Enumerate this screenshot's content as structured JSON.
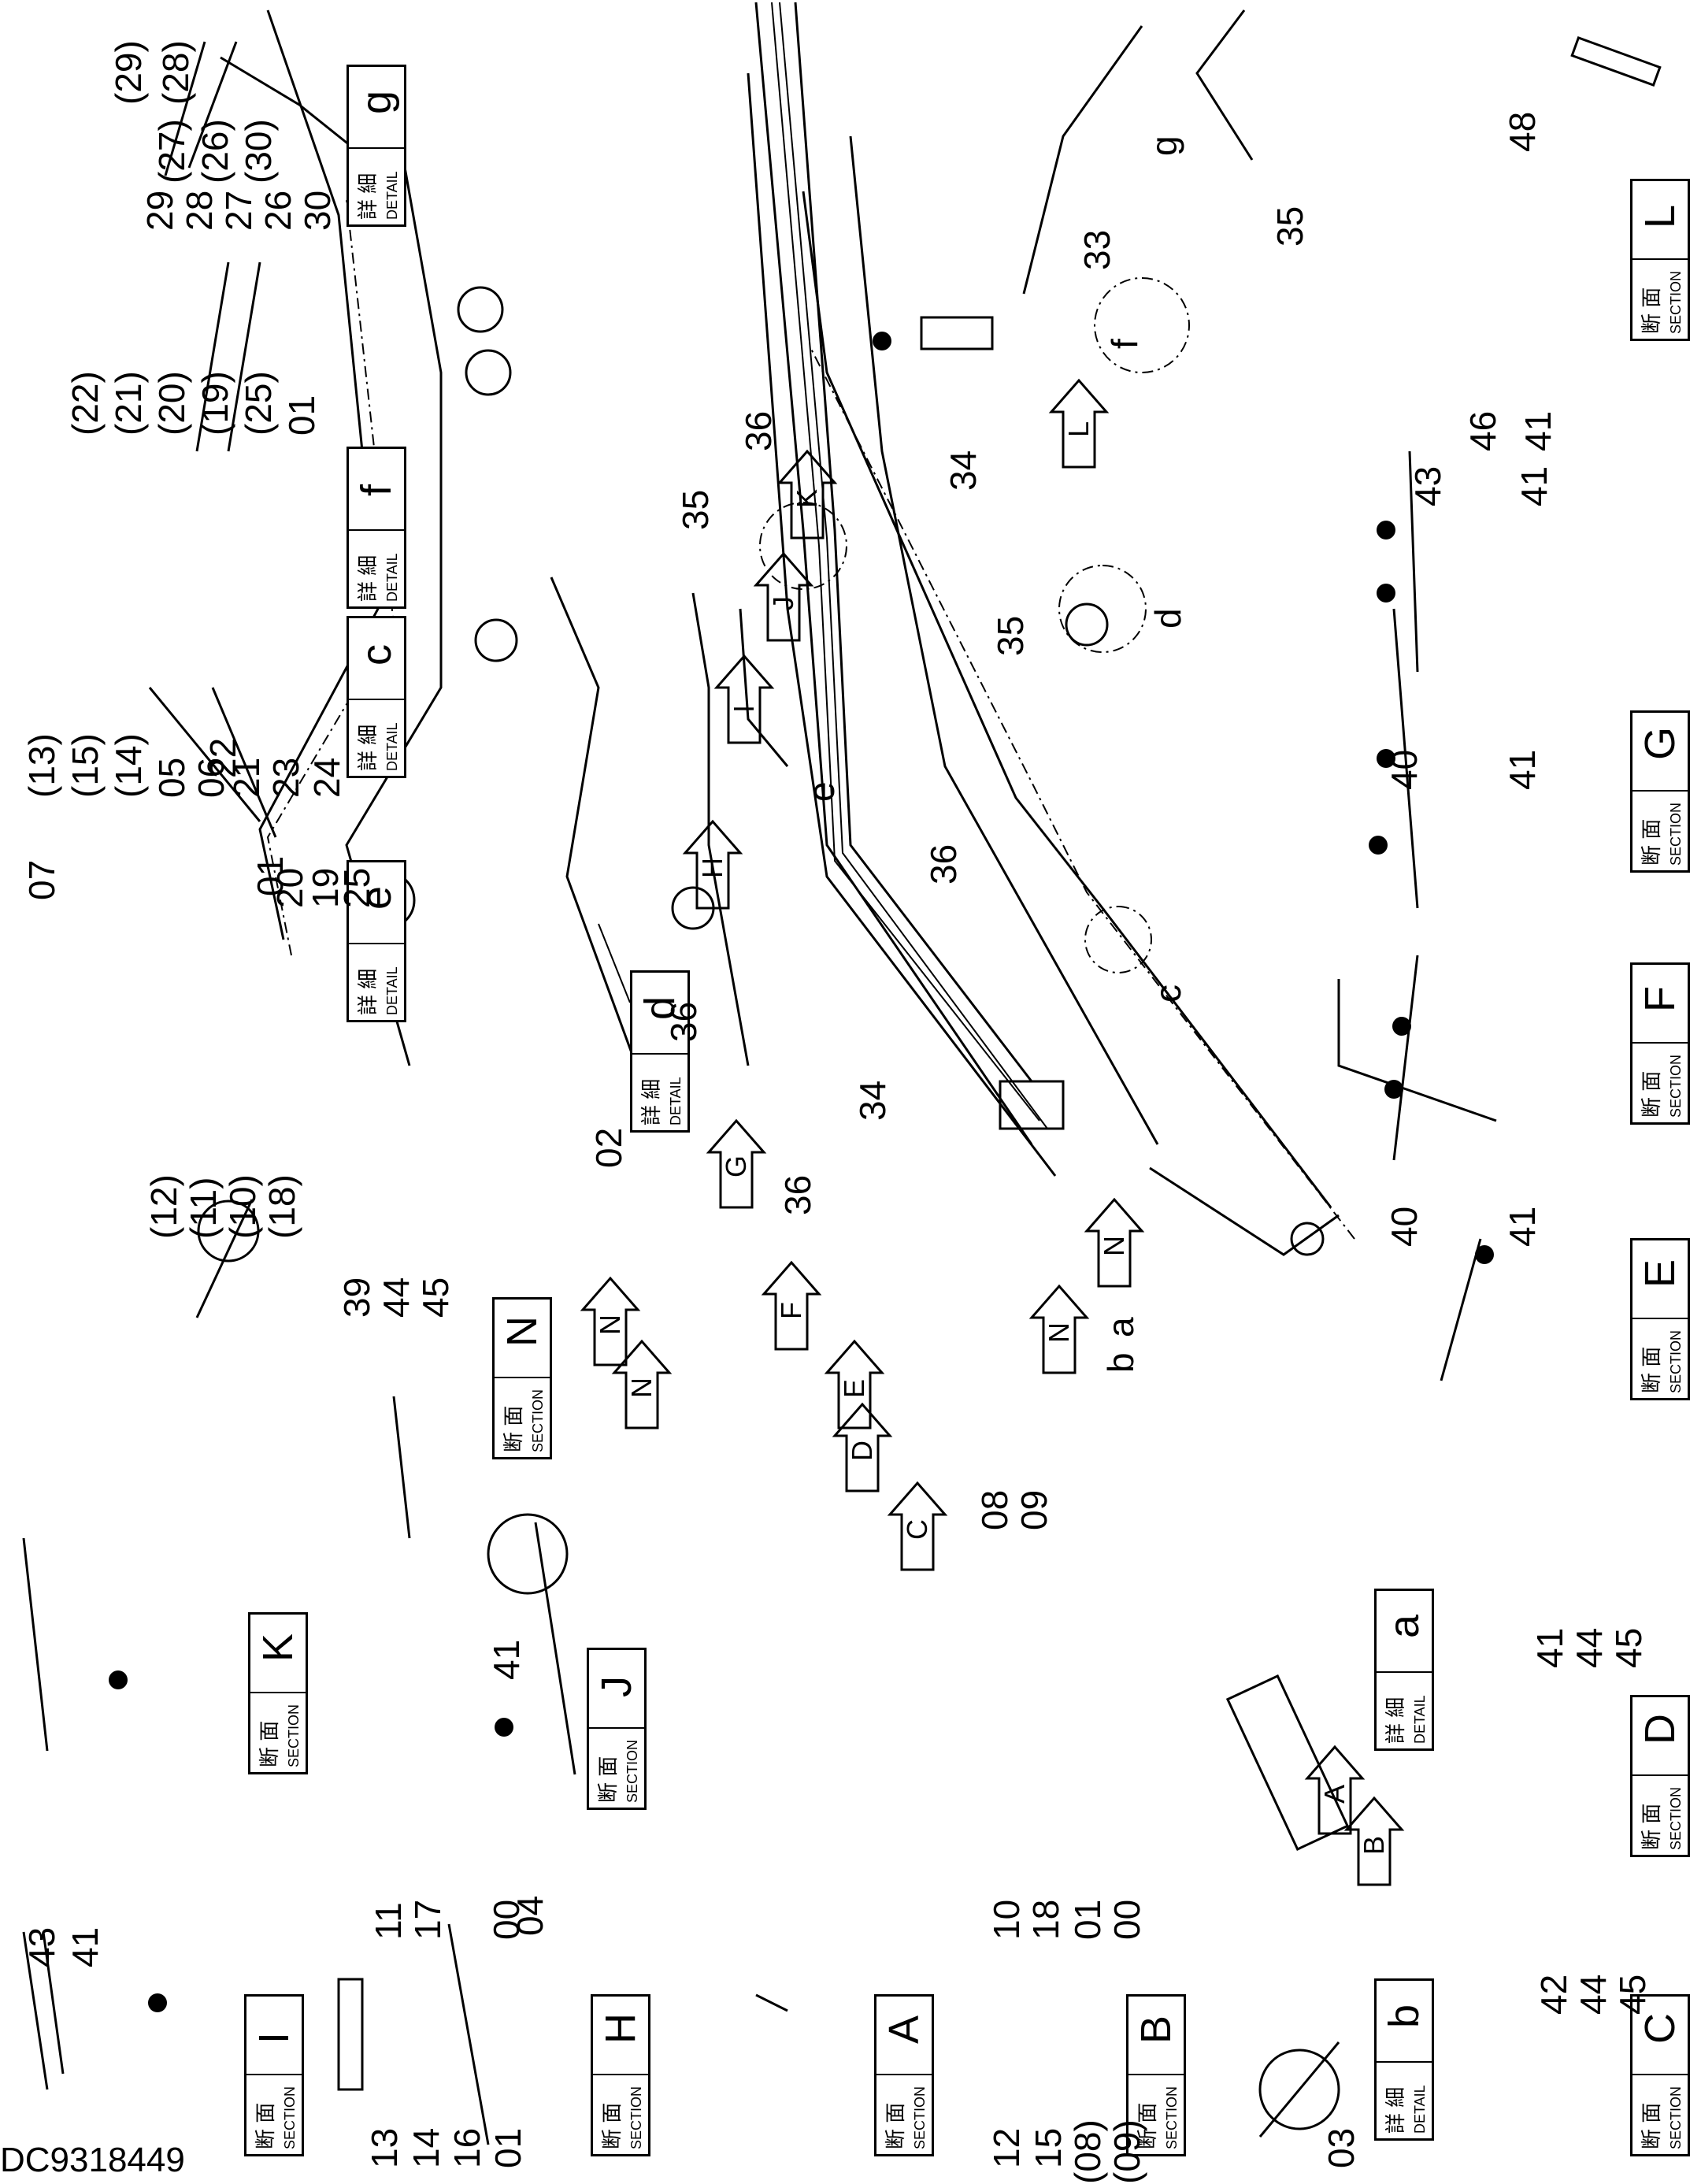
{
  "drawing_number": "DC9318449",
  "box_text": {
    "detail_jp": "詳 細",
    "detail_en": "DETAIL",
    "section_jp": "断 面",
    "section_en": "SECTION"
  },
  "detail_boxes": [
    {
      "id": "a",
      "letter": "a"
    },
    {
      "id": "b",
      "letter": "b"
    },
    {
      "id": "c",
      "letter": "c"
    },
    {
      "id": "d",
      "letter": "d"
    },
    {
      "id": "e",
      "letter": "e"
    },
    {
      "id": "f",
      "letter": "f"
    },
    {
      "id": "g",
      "letter": "g"
    }
  ],
  "section_boxes": [
    {
      "id": "A",
      "letter": "A"
    },
    {
      "id": "B",
      "letter": "B"
    },
    {
      "id": "C",
      "letter": "C"
    },
    {
      "id": "D",
      "letter": "D"
    },
    {
      "id": "E",
      "letter": "E"
    },
    {
      "id": "F",
      "letter": "F"
    },
    {
      "id": "G",
      "letter": "G"
    },
    {
      "id": "H",
      "letter": "H"
    },
    {
      "id": "I",
      "letter": "I"
    },
    {
      "id": "J",
      "letter": "J"
    },
    {
      "id": "K",
      "letter": "K"
    },
    {
      "id": "L",
      "letter": "L"
    },
    {
      "id": "N",
      "letter": "N"
    }
  ],
  "view_arrows": [
    "A",
    "B",
    "C",
    "D",
    "E",
    "F",
    "G",
    "H",
    "I",
    "J",
    "K",
    "L",
    "N",
    "N",
    "N",
    "N"
  ],
  "circle_markers": [
    "a",
    "b",
    "c",
    "d",
    "e",
    "f",
    "g"
  ],
  "callouts": [
    "13",
    "14",
    "16",
    "01",
    "11",
    "17",
    "00",
    "12",
    "15",
    "(08)",
    "(09)",
    "10",
    "18",
    "01",
    "00",
    "03",
    "42",
    "44",
    "45",
    "41",
    "43",
    "04",
    "41",
    "39",
    "44",
    "45",
    "41",
    "44",
    "45",
    "01",
    "08",
    "09",
    "36",
    "34",
    "36",
    "36",
    "40",
    "41",
    "40",
    "41",
    "02",
    "(13)",
    "(15)",
    "(14)",
    "05",
    "06",
    "21",
    "23",
    "24",
    "07",
    "22",
    "20",
    "19",
    "25",
    "(12)",
    "(11)",
    "(10)",
    "(18)",
    "35",
    "36",
    "34",
    "35",
    "43",
    "41",
    "(22)",
    "(21)",
    "(20)",
    "(19)",
    "(25)",
    "01",
    "29",
    "28",
    "27",
    "26",
    "30",
    "(27)",
    "(26)",
    "(30)",
    "(29)",
    "(28)",
    "33",
    "35",
    "46",
    "41",
    "48"
  ]
}
